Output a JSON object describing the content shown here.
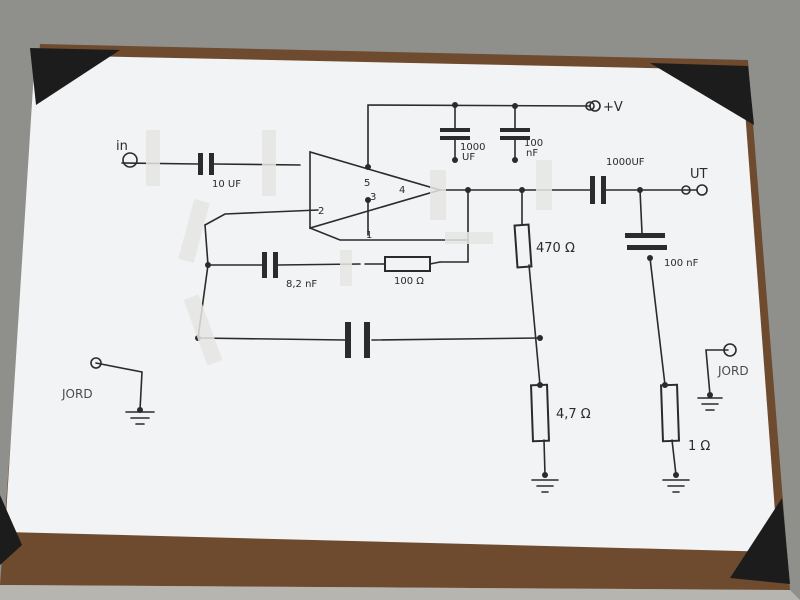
{
  "schematic": {
    "input_label": "in",
    "supply_label": "+V",
    "output_label": "UT",
    "ground_left": "JORD",
    "ground_right": "JORD",
    "pins": {
      "p5": "5",
      "p4": "4",
      "p3": "3",
      "p2": "2",
      "p1": "1"
    },
    "components": {
      "c_in": "10 UF",
      "c_supply_big": "1000",
      "c_supply_big_unit": "UF",
      "c_supply_small": "100",
      "c_supply_small_unit": "nF",
      "c_out": "1000UF",
      "c_feedback": "8,2 nF",
      "r_feedback": "100 Ω",
      "r_470": "470 Ω",
      "r_47": "4,7 Ω",
      "c_zobel": "100 nF",
      "r_1": "1 Ω"
    }
  },
  "colors": {
    "board": "#6e4a2e",
    "paper": "#f2f3f4",
    "ink": "#2b2b2b",
    "corner": "#1c1c1c",
    "tape": "#e6e6e3"
  }
}
